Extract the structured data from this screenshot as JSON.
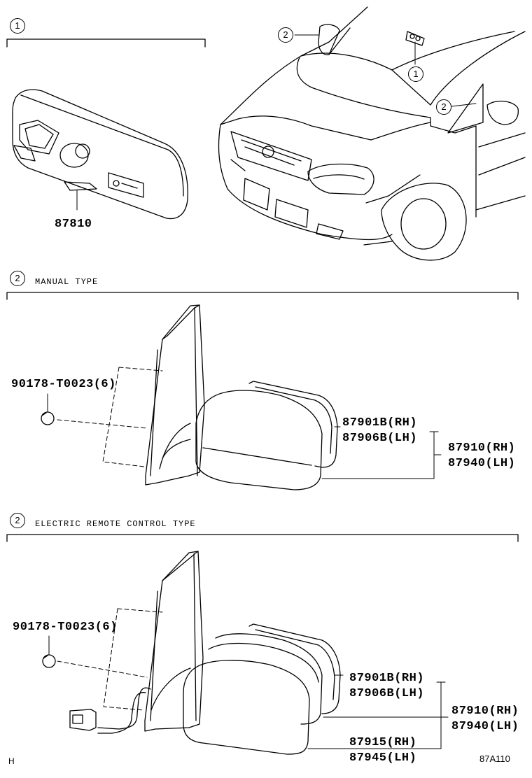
{
  "sections": {
    "one": {
      "number": "1"
    },
    "manual": {
      "number": "2",
      "title": "MANUAL TYPE"
    },
    "electric": {
      "number": "2",
      "title": "ELECTRIC REMOTE CONTROL TYPE"
    }
  },
  "overview_callouts": {
    "door_mirror": "2",
    "inner_mirror": "1",
    "door_mirror_rh": "2"
  },
  "parts": {
    "inner_mirror": "87810",
    "manual": {
      "screw": "90178-T0023(6)",
      "glass_rh": "87901B(RH)",
      "glass_lh": "87906B(LH)",
      "assy_rh": "87910(RH)",
      "assy_lh": "87940(LH)"
    },
    "electric": {
      "screw": "90178-T0023(6)",
      "glass_rh": "87901B(RH)",
      "glass_lh": "87906B(LH)",
      "assy_rh": "87910(RH)",
      "assy_lh": "87940(LH)",
      "cover_rh": "87915(RH)",
      "cover_lh": "87945(LH)"
    }
  },
  "footer": {
    "left_code": "H",
    "figure_code": "87A110"
  }
}
